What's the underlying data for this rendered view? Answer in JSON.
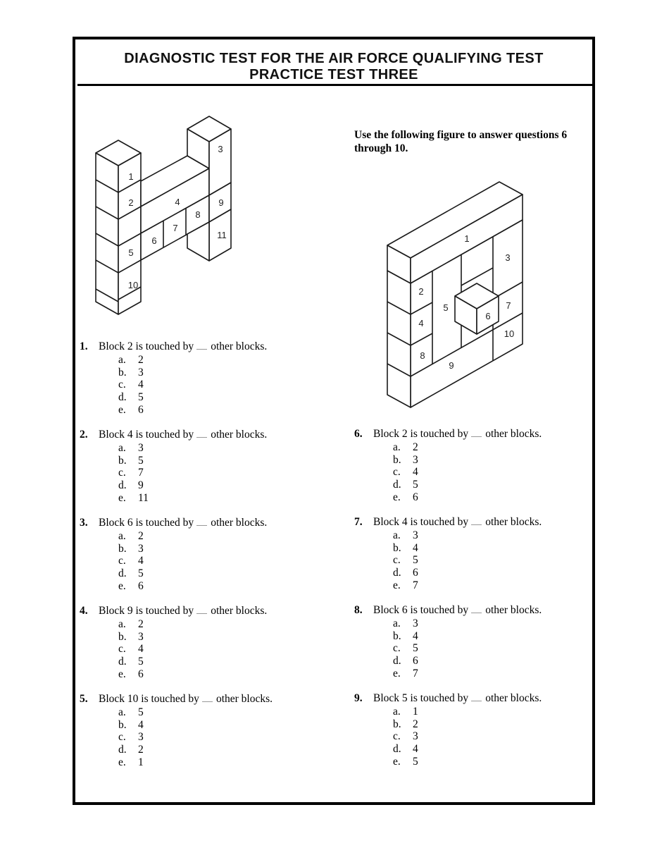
{
  "title": {
    "line1": "DIAGNOSTIC TEST FOR THE AIR FORCE QUALIFYING TEST",
    "line2": "PRACTICE TEST THREE"
  },
  "intro_right": {
    "line1": "Use the following figure to answer questions 6",
    "line2": "through 10."
  },
  "figure1_labels": [
    "1",
    "2",
    "3",
    "4",
    "5",
    "6",
    "7",
    "8",
    "9",
    "10",
    "11"
  ],
  "figure2_labels": [
    "1",
    "2",
    "3",
    "4",
    "5",
    "6",
    "7",
    "8",
    "9",
    "10"
  ],
  "questions_left": [
    {
      "num": "1.",
      "pre": "Block 2 is touched by",
      "post": "other blocks.",
      "options": [
        {
          "letter": "a.",
          "value": "2"
        },
        {
          "letter": "b.",
          "value": "3"
        },
        {
          "letter": "c.",
          "value": "4"
        },
        {
          "letter": "d.",
          "value": "5"
        },
        {
          "letter": "e.",
          "value": "6"
        }
      ]
    },
    {
      "num": "2.",
      "pre": "Block 4 is touched by",
      "post": "other blocks.",
      "options": [
        {
          "letter": "a.",
          "value": "3"
        },
        {
          "letter": "b.",
          "value": "5"
        },
        {
          "letter": "c.",
          "value": "7"
        },
        {
          "letter": "d.",
          "value": "9"
        },
        {
          "letter": "e.",
          "value": "11"
        }
      ]
    },
    {
      "num": "3.",
      "pre": "Block 6 is touched by",
      "post": "other blocks.",
      "options": [
        {
          "letter": "a.",
          "value": "2"
        },
        {
          "letter": "b.",
          "value": "3"
        },
        {
          "letter": "c.",
          "value": "4"
        },
        {
          "letter": "d.",
          "value": "5"
        },
        {
          "letter": "e.",
          "value": "6"
        }
      ]
    },
    {
      "num": "4.",
      "pre": "Block 9 is touched by",
      "post": "other blocks.",
      "options": [
        {
          "letter": "a.",
          "value": "2"
        },
        {
          "letter": "b.",
          "value": "3"
        },
        {
          "letter": "c.",
          "value": "4"
        },
        {
          "letter": "d.",
          "value": "5"
        },
        {
          "letter": "e.",
          "value": "6"
        }
      ]
    },
    {
      "num": "5.",
      "pre": "Block 10 is touched by",
      "post": "other blocks.",
      "options": [
        {
          "letter": "a.",
          "value": "5"
        },
        {
          "letter": "b.",
          "value": "4"
        },
        {
          "letter": "c.",
          "value": "3"
        },
        {
          "letter": "d.",
          "value": "2"
        },
        {
          "letter": "e.",
          "value": "1"
        }
      ]
    }
  ],
  "questions_right": [
    {
      "num": "6.",
      "pre": "Block 2 is touched by",
      "post": "other blocks.",
      "options": [
        {
          "letter": "a.",
          "value": "2"
        },
        {
          "letter": "b.",
          "value": "3"
        },
        {
          "letter": "c.",
          "value": "4"
        },
        {
          "letter": "d.",
          "value": "5"
        },
        {
          "letter": "e.",
          "value": "6"
        }
      ]
    },
    {
      "num": "7.",
      "pre": "Block 4 is touched by",
      "post": "other blocks.",
      "options": [
        {
          "letter": "a.",
          "value": "3"
        },
        {
          "letter": "b.",
          "value": "4"
        },
        {
          "letter": "c.",
          "value": "5"
        },
        {
          "letter": "d.",
          "value": "6"
        },
        {
          "letter": "e.",
          "value": "7"
        }
      ]
    },
    {
      "num": "8.",
      "pre": "Block 6 is touched by",
      "post": "other blocks.",
      "options": [
        {
          "letter": "a.",
          "value": "3"
        },
        {
          "letter": "b.",
          "value": "4"
        },
        {
          "letter": "c.",
          "value": "5"
        },
        {
          "letter": "d.",
          "value": "6"
        },
        {
          "letter": "e.",
          "value": "7"
        }
      ]
    },
    {
      "num": "9.",
      "pre": "Block 5 is touched by",
      "post": "other blocks.",
      "options": [
        {
          "letter": "a.",
          "value": "1"
        },
        {
          "letter": "b.",
          "value": "2"
        },
        {
          "letter": "c.",
          "value": "3"
        },
        {
          "letter": "d.",
          "value": "4"
        },
        {
          "letter": "e.",
          "value": "5"
        }
      ]
    }
  ]
}
